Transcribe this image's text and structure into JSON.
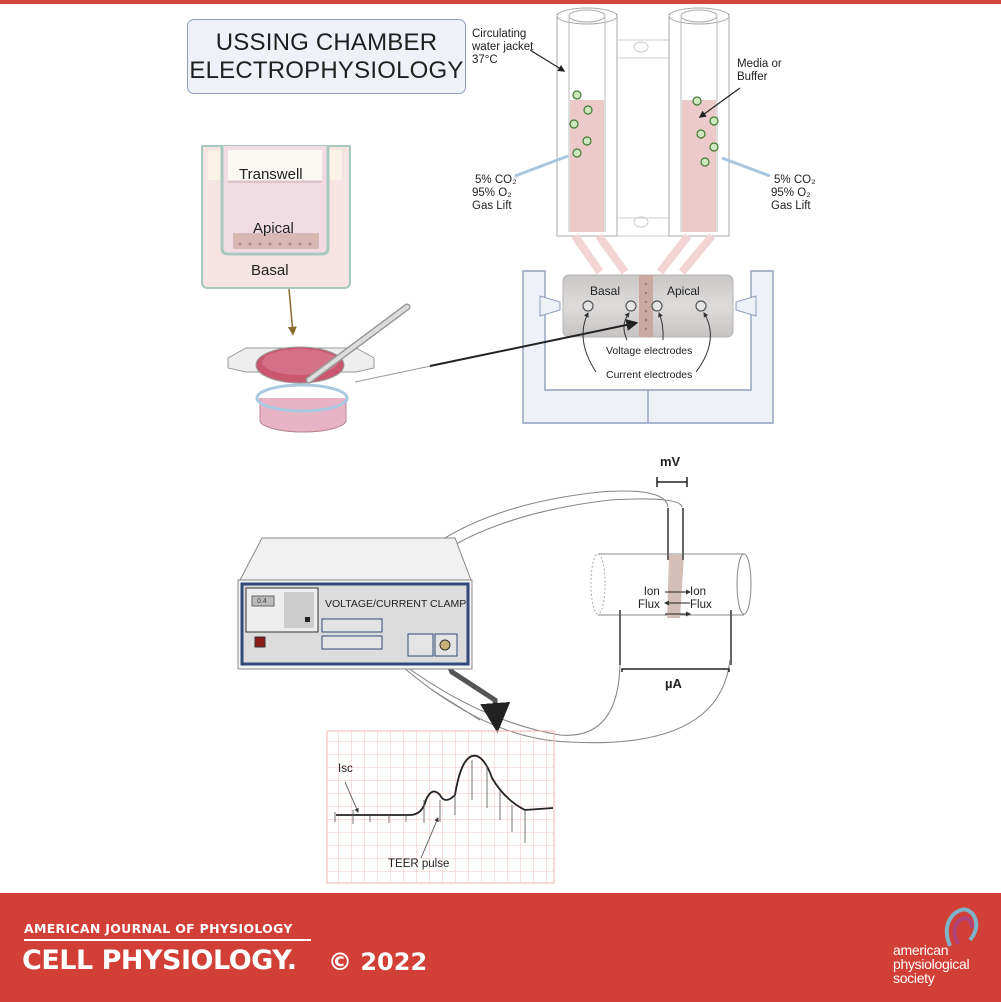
{
  "title": {
    "line1": "USSING CHAMBER",
    "line2": "ELECTROPHYSIOLOGY"
  },
  "chamber_top": {
    "water_jacket_label": [
      "Circulating",
      "water jacket",
      "37°C"
    ],
    "media_label": [
      "Media or",
      "Buffer"
    ],
    "gas_lift_left": [
      "5% CO₂",
      "95% O₂",
      "Gas Lift"
    ],
    "gas_lift_right": [
      "5% CO₂",
      "95% O₂",
      "Gas Lift"
    ],
    "basal_label": "Basal",
    "apical_label": "Apical",
    "voltage_electrodes_label": "Voltage electrodes",
    "current_electrodes_label": "Current electrodes"
  },
  "transwell": {
    "transwell_label": "Transwell",
    "apical_label": "Apical",
    "basal_label": "Basal"
  },
  "clamp_device": {
    "label": "VOLTAGE/CURRENT CLAMP",
    "display_value": "0.4"
  },
  "tissue_schematic": {
    "voltage_unit": "mV",
    "current_unit": "µA",
    "ion_flux_left": [
      "Ion",
      "Flux"
    ],
    "ion_flux_right": [
      "Ion",
      "Flux"
    ]
  },
  "trace": {
    "isc_label": "Isc",
    "teer_label": "TEER pulse"
  },
  "footer": {
    "journal": "AMERICAN JOURNAL OF PHYSIOLOGY",
    "section": "CELL PHYSIOLOGY.",
    "copyright": "© 2022",
    "society": [
      "american",
      "physiological",
      "society"
    ]
  },
  "colors": {
    "brand_red": "#d13f36",
    "media_pink": "#eec9c9",
    "bubble_green": "#cfe8c2",
    "frame_blue": "#8f9fbd",
    "device_navy": "#2f4a7a"
  }
}
